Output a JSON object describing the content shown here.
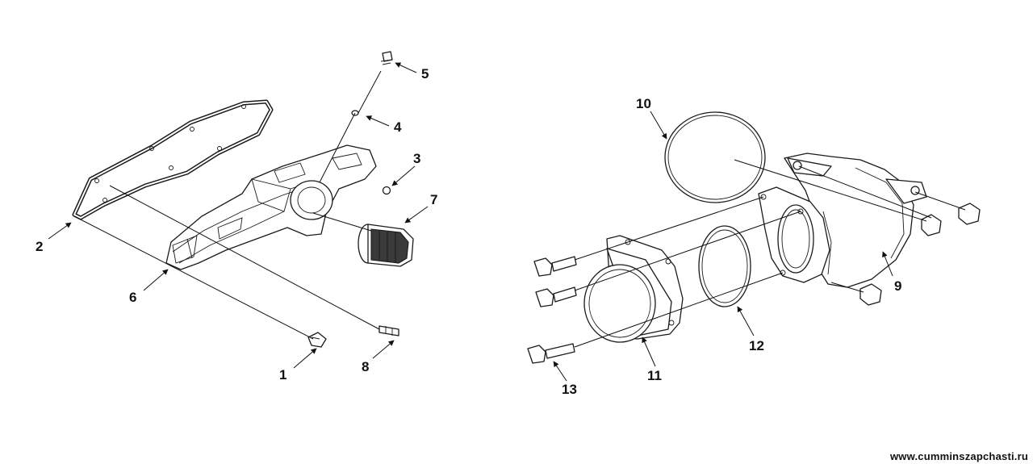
{
  "callouts": [
    "1",
    "2",
    "3",
    "4",
    "5",
    "6",
    "7",
    "8",
    "9",
    "10",
    "11",
    "12",
    "13"
  ],
  "watermark": "www.cumminszapchasti.ru"
}
